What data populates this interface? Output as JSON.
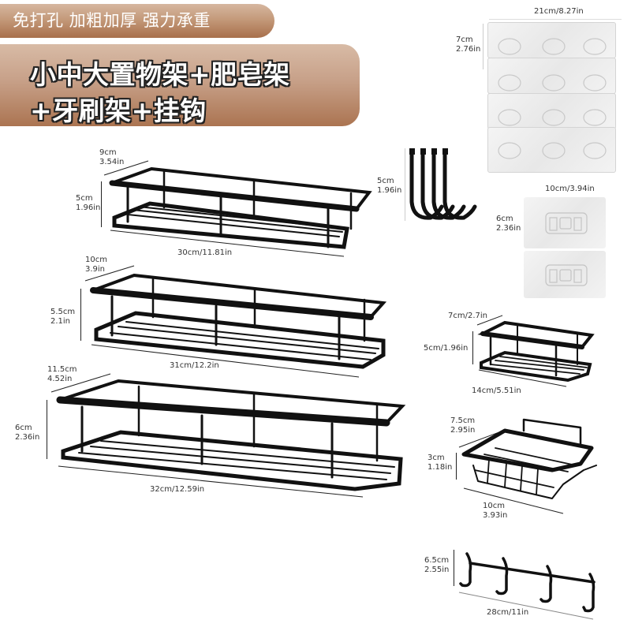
{
  "banner": {
    "features": "免打孔 加粗加厚 强力承重",
    "title_line1": "小中大置物架+肥皂架",
    "title_line2": "+牙刷架+挂钩",
    "colors": {
      "top": "#d6b7a0",
      "bottom": "#a86f4b",
      "text": "#ffffff",
      "outline": "#222222"
    }
  },
  "products": {
    "small_shelf": {
      "depth": "9cm\n3.54in",
      "depth_cm": "9cm",
      "depth_in": "3.54in",
      "height_cm": "5cm",
      "height_in": "1.96in",
      "width": "30cm/11.81in"
    },
    "medium_shelf": {
      "depth_cm": "10cm",
      "depth_in": "3.9in",
      "height_cm": "5.5cm",
      "height_in": "2.1in",
      "width": "31cm/12.2in"
    },
    "large_shelf": {
      "depth_cm": "11.5cm",
      "depth_in": "4.52in",
      "height_cm": "6cm",
      "height_in": "2.36in",
      "width": "32cm/12.59in"
    },
    "adhesive_pads_large": {
      "width": "21cm/8.27in",
      "height_cm": "7cm",
      "height_in": "2.76in",
      "count": 4
    },
    "s_hooks": {
      "height_cm": "5cm",
      "height_in": "1.96in",
      "count": 4
    },
    "adhesive_pads_small": {
      "width": "10cm/3.94in",
      "height_cm": "6cm",
      "height_in": "2.36in",
      "count": 2
    },
    "toothbrush_rack": {
      "depth": "7cm/2.7in",
      "height": "5cm/1.96in",
      "width": "14cm/5.51in"
    },
    "soap_dish": {
      "depth_cm": "7.5cm",
      "depth_in": "2.95in",
      "height_cm": "3cm",
      "height_in": "1.18in",
      "width_cm": "10cm",
      "width_in": "3.93in"
    },
    "hook_rail": {
      "height_cm": "6.5cm",
      "height_in": "2.55in",
      "width": "28cm/11in",
      "hooks": 4
    }
  }
}
